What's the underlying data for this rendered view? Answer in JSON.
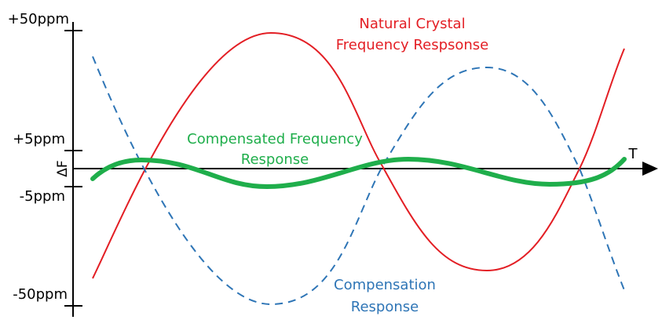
{
  "axis": {
    "y_label": "ΔF",
    "x_label": "T",
    "ticks": [
      "+50ppm",
      "+5ppm",
      "-5ppm",
      "-50ppm"
    ]
  },
  "labels": {
    "natural": [
      "Natural Crystal",
      "Frequency Respsonse"
    ],
    "compensated": [
      "Compensated Frequency",
      "Response"
    ],
    "compensation": [
      "Compensation",
      "Response"
    ]
  },
  "colors": {
    "natural": "#e31e24",
    "compensation": "#2e75b6",
    "compensated": "#1fae4b",
    "axis": "#000000"
  }
}
